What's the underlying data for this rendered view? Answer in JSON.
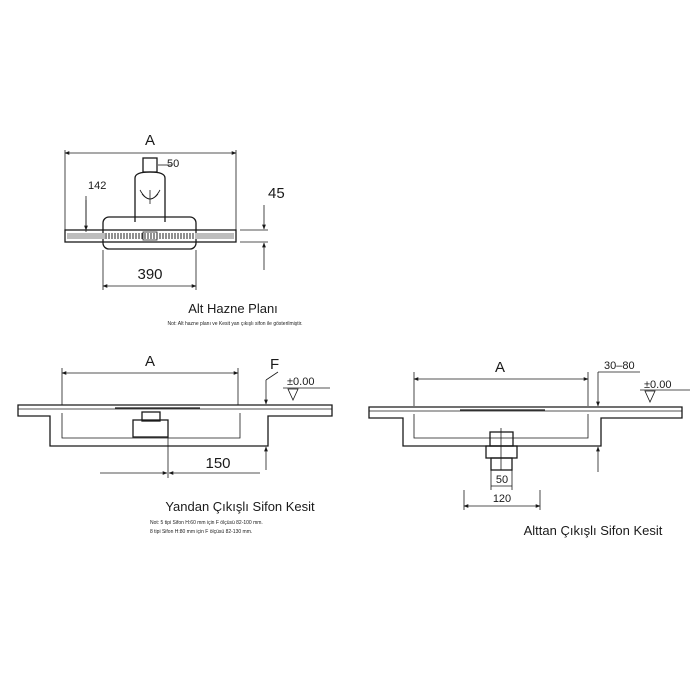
{
  "plan": {
    "dim_a": "A",
    "dim_50": "50",
    "dim_142": "142",
    "dim_45": "45",
    "dim_390": "390",
    "title": "Alt Hazne Planı",
    "note": "Not: Alt hazne planı ve Kesit yan çıkışlı sifon ile gösterilmiştir."
  },
  "side_section": {
    "dim_a": "A",
    "dim_f": "F",
    "level": "±0.00",
    "dim_150": "150",
    "title": "Yandan Çıkışlı Sifon Kesit",
    "note_1": "Not: 5 tipi Sifon H:60 mm için F ölçüsü 82-100 mm.",
    "note_2": "8 tipi Sifon H:80 mm için F ölçüsü 82-130 mm."
  },
  "bottom_section": {
    "dim_a": "A",
    "dim_range": "30–80",
    "level": "±0.00",
    "dim_50": "50",
    "dim_120": "120",
    "title": "Alttan Çıkışlı Sifon Kesit"
  }
}
